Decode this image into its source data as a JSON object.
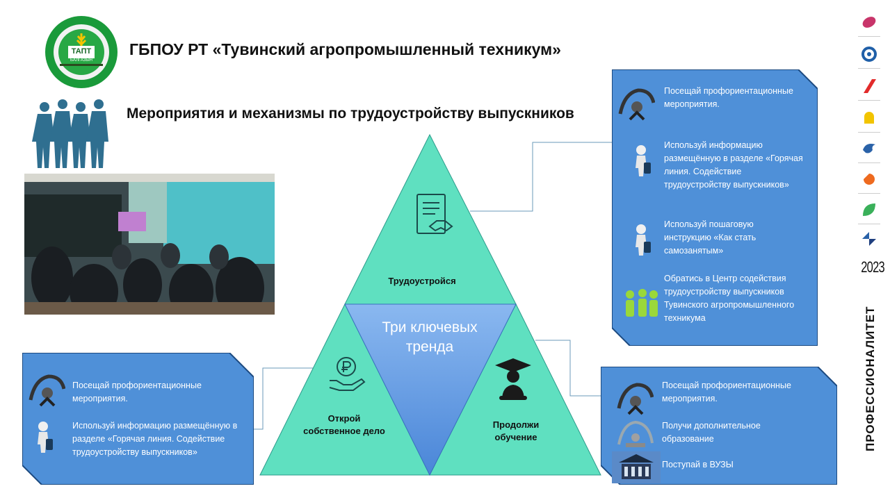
{
  "header": {
    "title": "ГБПОУ РТ «Тувинский агропромышленный техникум»",
    "subtitle": "Мероприятия и механизмы по трудоустройству выпускников",
    "logo_text": "ТАПТ",
    "logo_subtext": "БАЛГАЗЫН"
  },
  "triangle": {
    "top_label": "Трудоустройся",
    "left_label": "Открой собственное дело",
    "right_label": "Продолжи обучение",
    "center_text": "Три ключевых тренда",
    "colors": {
      "outer": "#5fe0c0",
      "inner": "#6fa6e8"
    }
  },
  "panels": {
    "top_right": [
      {
        "icon": "career-event-icon",
        "text": "Посещай профориентационные мероприятия."
      },
      {
        "icon": "info-person-icon",
        "text": "Используй информацию размещённую в разделе «Горячая линия. Содействие трудоустройству выпускников»"
      },
      {
        "icon": "info-person-icon",
        "text": "Используй пошаговую инструкцию «Как стать самозанятым»"
      },
      {
        "icon": "team-icon",
        "text": "Обратись в Центр содействия трудоустройству выпускников Тувинского агропромышленного техникума"
      }
    ],
    "bottom_left": [
      {
        "icon": "career-event-icon",
        "text": "Посещай профориентационные мероприятия."
      },
      {
        "icon": "info-person-icon",
        "text": "Используй информацию размещённую в разделе «Горячая линия. Содействие трудоустройству выпускников»"
      }
    ],
    "bottom_right": [
      {
        "icon": "career-event-icon",
        "text": "Посещай профориентационные мероприятия."
      },
      {
        "icon": "education-icon",
        "text": "Получи дополнительное образование"
      },
      {
        "icon": "university-icon",
        "text": "Поступай в ВУЗЫ"
      }
    ],
    "color": "#4f90d8"
  },
  "sidebar": {
    "year": "2023",
    "brand": "ПРОФЕССИОНАЛИТЕТ",
    "icon_colors": [
      "#c8356a",
      "#1f5fa8",
      "#e22b2b",
      "#f2c400",
      "#2a62a8",
      "#ee6a1f",
      "#3ab05a",
      "#1f3f7f"
    ]
  }
}
